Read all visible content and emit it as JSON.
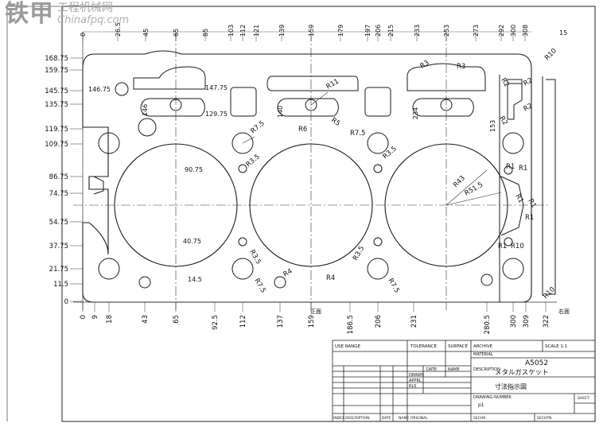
{
  "watermark": {
    "chars": "铁甲",
    "site": "工程机械网",
    "url": "Chinafpq.com"
  },
  "colors": {
    "line": "#1a1a1a",
    "thin": "#333333",
    "watermark": "#9a9a9a"
  },
  "top_dims": [
    "0",
    "26.5",
    "45",
    "65",
    "85",
    "103",
    "112",
    "121",
    "139",
    "159",
    "179",
    "197",
    "206",
    "215",
    "233",
    "253",
    "273",
    "292",
    "300",
    "308"
  ],
  "right_top_dim": "15",
  "left_dims": [
    "168.75",
    "159.75",
    "145.75",
    "135.75",
    "119.75",
    "109.75",
    "86.75",
    "74.75",
    "54.75",
    "37.75",
    "21.75",
    "11.5",
    "0"
  ],
  "bottom_dims": [
    "0",
    "9",
    "18",
    "43",
    "65",
    "92.5",
    "112",
    "137",
    "159",
    "186.5",
    "206",
    "231",
    "280.5",
    "300",
    "309",
    "322"
  ],
  "inner_labels": [
    "146.75",
    "147.75",
    "129.75",
    "90.75",
    "40.75",
    "14.5",
    "146",
    "140",
    "234",
    "153"
  ],
  "radii": [
    "R10",
    "R11",
    "R5",
    "R7.5",
    "R6",
    "R7.5",
    "R3.5",
    "R3.5",
    "R3.5",
    "R4",
    "R4",
    "R3.5",
    "R7.5",
    "R7.5",
    "R43",
    "R51.5",
    "R3",
    "R3",
    "R2",
    "R2",
    "R2",
    "R2",
    "R1",
    "R1",
    "R1",
    "R1",
    "R1",
    "R1",
    "R10",
    "R10"
  ],
  "notes": {
    "front": "正面",
    "right": "右面"
  },
  "title_block": {
    "use_range": "USE RANGE",
    "tolerance": "TOLERANCE",
    "surface": "SURFACE",
    "archive": "ARCHIVE",
    "scale": "SCALE 1:1",
    "material_label": "MATERIAL",
    "material": "A5052",
    "date": "DATE",
    "name": "NAME",
    "drawn": "DRAWN",
    "apprl": "APPRL",
    "rls": "RLS",
    "description_label": "DESCRIPTION",
    "description_jp": "メタルガスケット",
    "description_cn": "寸法指示図",
    "drawing_number_label": "DRAWING-NUMBER",
    "drawing_number": "p1",
    "sheet": "SHEET",
    "index": "INDEX",
    "desc": "DESCRIPTION",
    "date2": "DATE",
    "name2": "NAME",
    "original": "ORIGINAL",
    "sechr": "SECHR.",
    "sechtn": "SECHTN."
  }
}
